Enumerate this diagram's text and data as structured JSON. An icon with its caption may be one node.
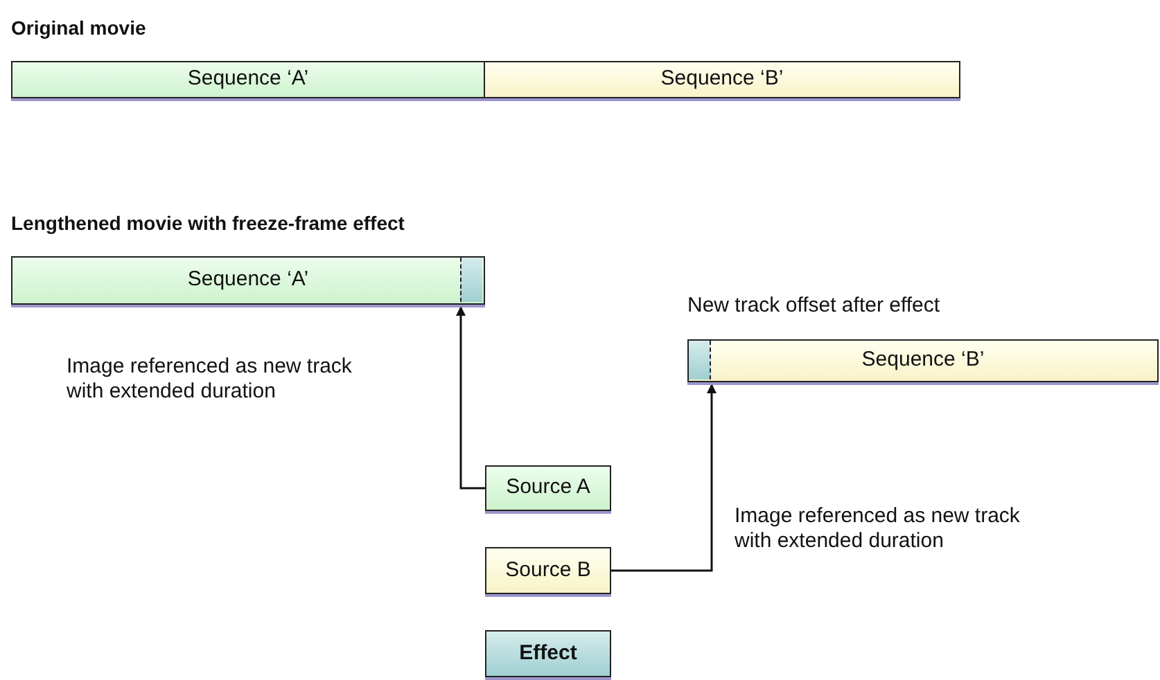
{
  "diagram": {
    "nodes": [
      {
        "text": [
          "Sequence ‘A’"
        ]
      },
      {
        "text": [
          "Sequence ‘B’"
        ]
      },
      {
        "text": [
          "Sequence ‘A’"
        ]
      },
      {
        "text": [],
        "shape": "box",
        "in": 2
      },
      {
        "text": [
          "Sequence ‘B’"
        ],
        "beside": [
          "New track offset after effect"
        ]
      },
      {
        "text": [],
        "shape": "box",
        "in": 4
      },
      {
        "text": [
          "Source A"
        ]
      },
      {
        "text": [
          "Source B"
        ]
      },
      {
        "text": [
          "Effect"
        ]
      }
    ],
    "edges": [
      {
        "from": 6,
        "to": 3,
        "arrow": "to"
      },
      {
        "from": 7,
        "to": 5,
        "arrow": "to"
      }
    ],
    "labels": [
      "Original movie",
      "Lengthened movie with freeze-frame effect",
      "Image referenced as new track with extended duration",
      "Image referenced as new track with extended duration"
    ]
  }
}
